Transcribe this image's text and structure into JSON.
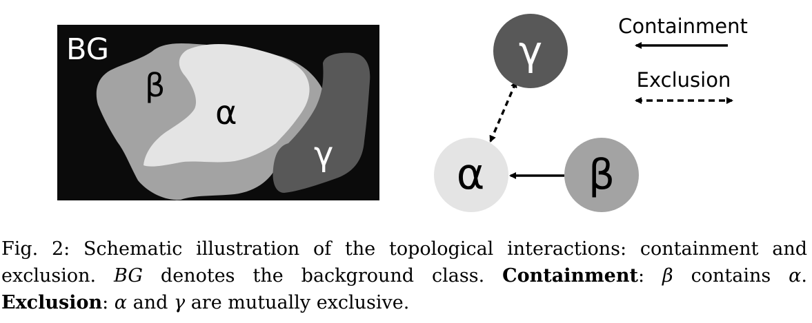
{
  "colors": {
    "background_panel": "#0b0b0b",
    "beta_region": "#a3a3a3",
    "alpha_region": "#e4e4e4",
    "gamma_region": "#585858",
    "arrow": "#000000"
  },
  "left_panel": {
    "bg_label": "BG",
    "beta_label": "β",
    "alpha_label": "α",
    "gamma_label": "γ"
  },
  "graph": {
    "nodes": {
      "gamma": "γ",
      "alpha": "α",
      "beta": "β"
    },
    "edges": [
      {
        "from": "beta",
        "to": "alpha",
        "type": "containment"
      },
      {
        "from": "alpha",
        "to": "gamma",
        "type": "exclusion"
      }
    ]
  },
  "legend": {
    "containment": "Containment",
    "exclusion": "Exclusion"
  },
  "caption": {
    "fig_label": "Fig. 2:",
    "text_1": " Schematic illustration of the topological interactions: containment and exclusion. ",
    "bg_term": "BG",
    "text_2": " denotes the background class. ",
    "containment_term": "Containment",
    "text_3": ": ",
    "beta": "β",
    "text_4": " contains ",
    "alpha": "α",
    "text_5": ". ",
    "exclusion_term": "Exclusion",
    "text_6": ": ",
    "alpha_2": "α",
    "text_7": " and ",
    "gamma": "γ",
    "text_8": " are mutually exclusive."
  }
}
